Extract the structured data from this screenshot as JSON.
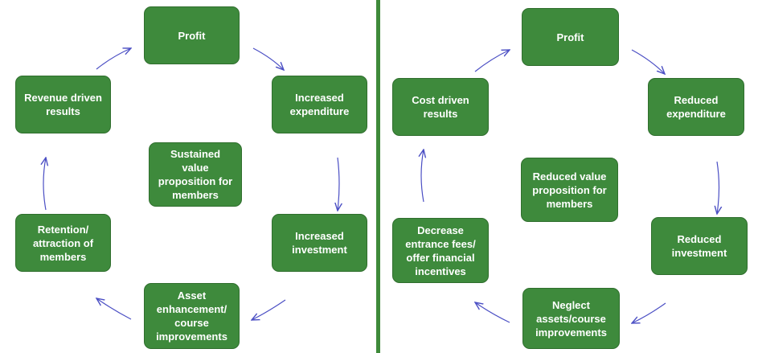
{
  "left": {
    "nodes": {
      "profit": "Profit",
      "increased_expenditure": "Increased expenditure",
      "increased_investment": "Increased investment",
      "asset_enhancement": "Asset enhancement/ course improvements",
      "retention_attraction": "Retention/ attraction of members",
      "revenue_driven": "Revenue driven results",
      "center": "Sustained value proposition for members"
    }
  },
  "right": {
    "nodes": {
      "profit": "Profit",
      "reduced_expenditure": "Reduced expenditure",
      "reduced_investment": "Reduced investment",
      "neglect_assets": "Neglect assets/course improvements",
      "decrease_fees": "Decrease entrance fees/ offer financial incentives",
      "cost_driven": "Cost driven results",
      "center": "Reduced value proposition for members"
    }
  },
  "colors": {
    "node_fill": "#3e8a3c",
    "node_text": "#ffffff",
    "arrow": "#4b4fc4",
    "divider": "#3f8a3a"
  }
}
